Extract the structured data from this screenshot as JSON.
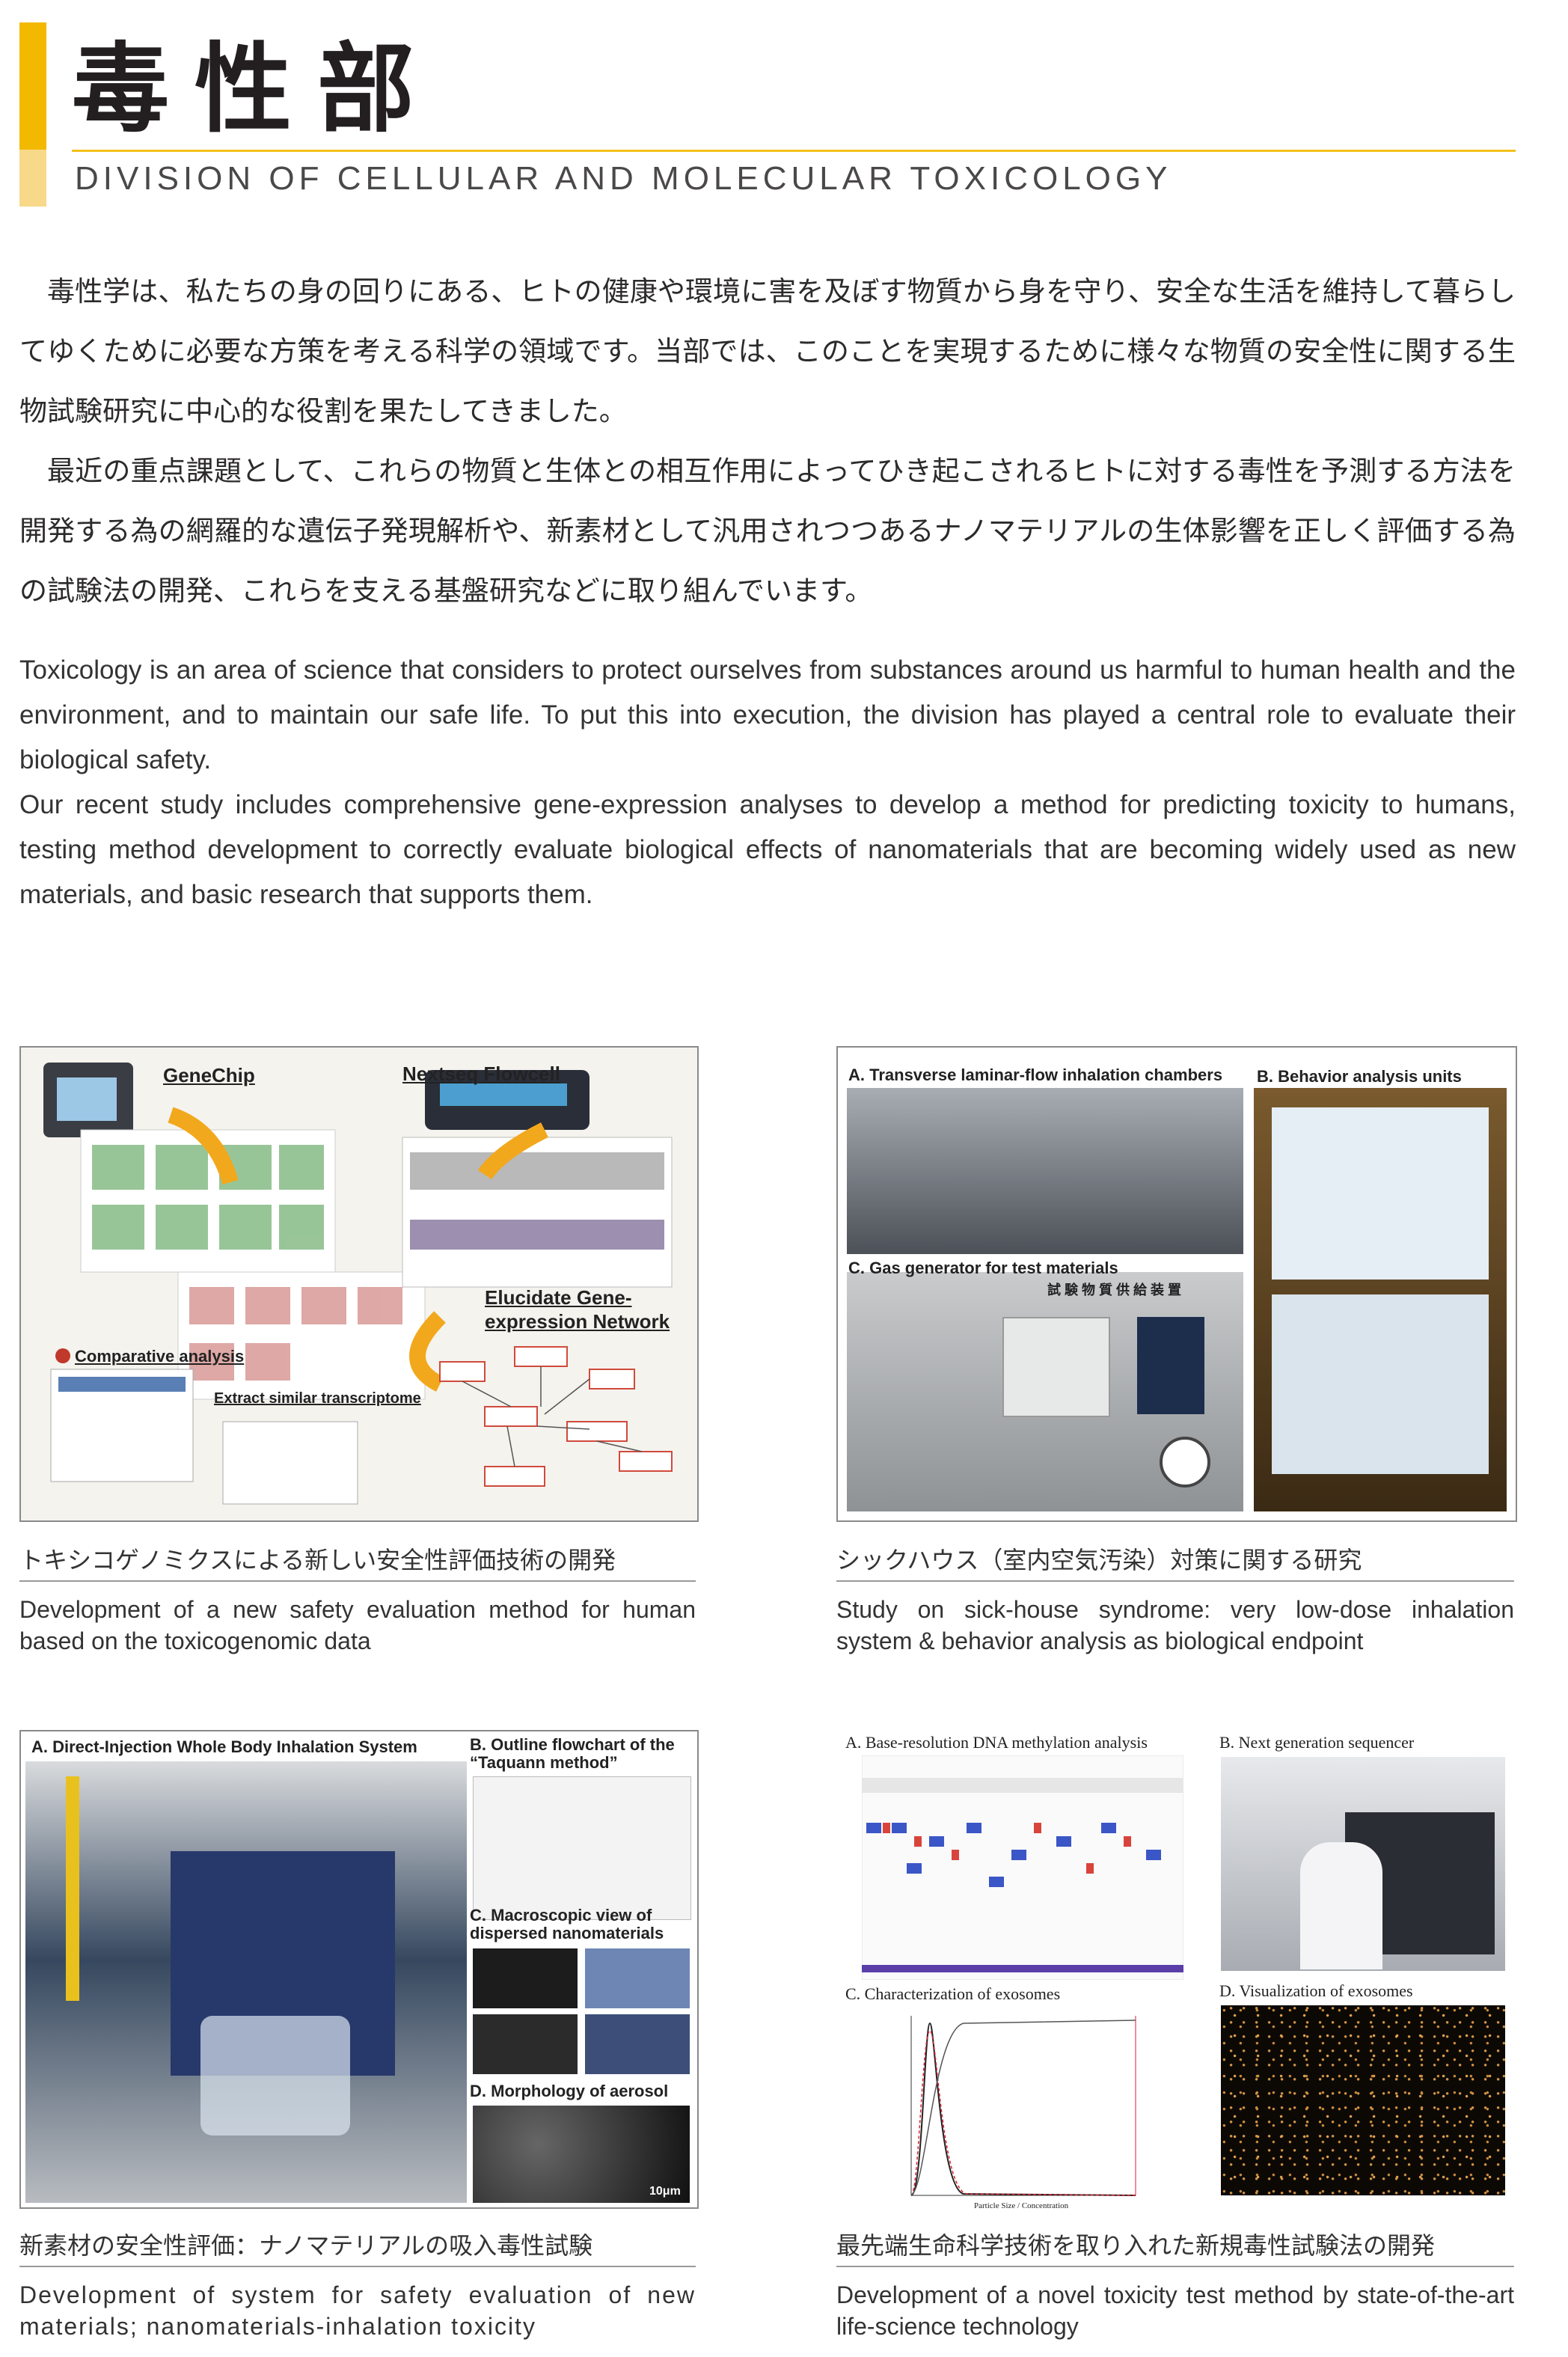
{
  "header": {
    "title_ja": "毒性部",
    "title_en": "DIVISION OF CELLULAR AND MOLECULAR TOXICOLOGY",
    "accent_color": "#f3b800"
  },
  "intro": {
    "ja": [
      "毒性学は、私たちの身の回りにある、ヒトの健康や環境に害を及ぼす物質から身を守り、安全な生活を維持して暮らしてゆくために必要な方策を考える科学の領域です。当部では、このことを実現するために様々な物質の安全性に関する生物試験研究に中心的な役割を果たしてきました。",
      "最近の重点課題として、これらの物質と生体との相互作用によってひき起こされるヒトに対する毒性を予測する方法を開発する為の網羅的な遺伝子発現解析や、新素材として汎用されつつあるナノマテリアルの生体影響を正しく評価する為の試験法の開発、これらを支える基盤研究などに取り組んでいます。"
    ],
    "en": [
      "Toxicology is an area of science that considers to protect ourselves from substances around us harmful to human health and the environment, and to maintain our safe life. To put this into execution, the division has played a central role to evaluate their biological safety.",
      "Our recent study includes comprehensive gene-expression analyses to develop a method for predicting toxicity to humans, testing method development to correctly evaluate biological effects of nanomaterials that are becoming widely used as new materials, and basic research that supports them."
    ]
  },
  "figures": [
    {
      "caption_ja": "トキシコゲノミクスによる新しい安全性評価技術の開発",
      "caption_en": "Development of a new safety evaluation method for human based on the toxicogenomic data",
      "labels": [
        "GeneChip",
        "Nextseq Flowcell",
        "Elucidate Gene-expression Network",
        "Comparative analysis",
        "Extract similar transcriptome"
      ]
    },
    {
      "caption_ja": "シックハウス（室内空気汚染）対策に関する研究",
      "caption_en": "Study on sick-house syndrome: very low-dose inhalation system & behavior analysis as biological endpoint",
      "labels": [
        "A.  Transverse laminar-flow inhalation chambers",
        "B. Behavior analysis units",
        "C.  Gas generator for test materials",
        "試 験 物 質 供 給 装 置"
      ]
    },
    {
      "caption_ja": "新素材の安全性評価：ナノマテリアルの吸入毒性試験",
      "caption_en": "Development of system for safety evaluation of new materials; nanomaterials-inhalation toxicity",
      "labels": [
        "A.  Direct-Injection Whole Body Inhalation System",
        "B.  Outline flowchart of the “Taquann method”",
        "C.  Macroscopic view of dispersed nanomaterials",
        "D.  Morphology of aerosol",
        "10μm"
      ]
    },
    {
      "caption_ja": "最先端生命科学技術を取り入れた新規毒性試験法の開発",
      "caption_en": "Development of a novel toxicity test method by state-of-the-art life-science technology",
      "labels": [
        "A. Base-resolution DNA methylation analysis",
        "B. Next generation sequencer",
        "C. Characterization of exosomes",
        "D. Visualization of exosomes",
        "Particle Size / Concentration"
      ]
    }
  ]
}
